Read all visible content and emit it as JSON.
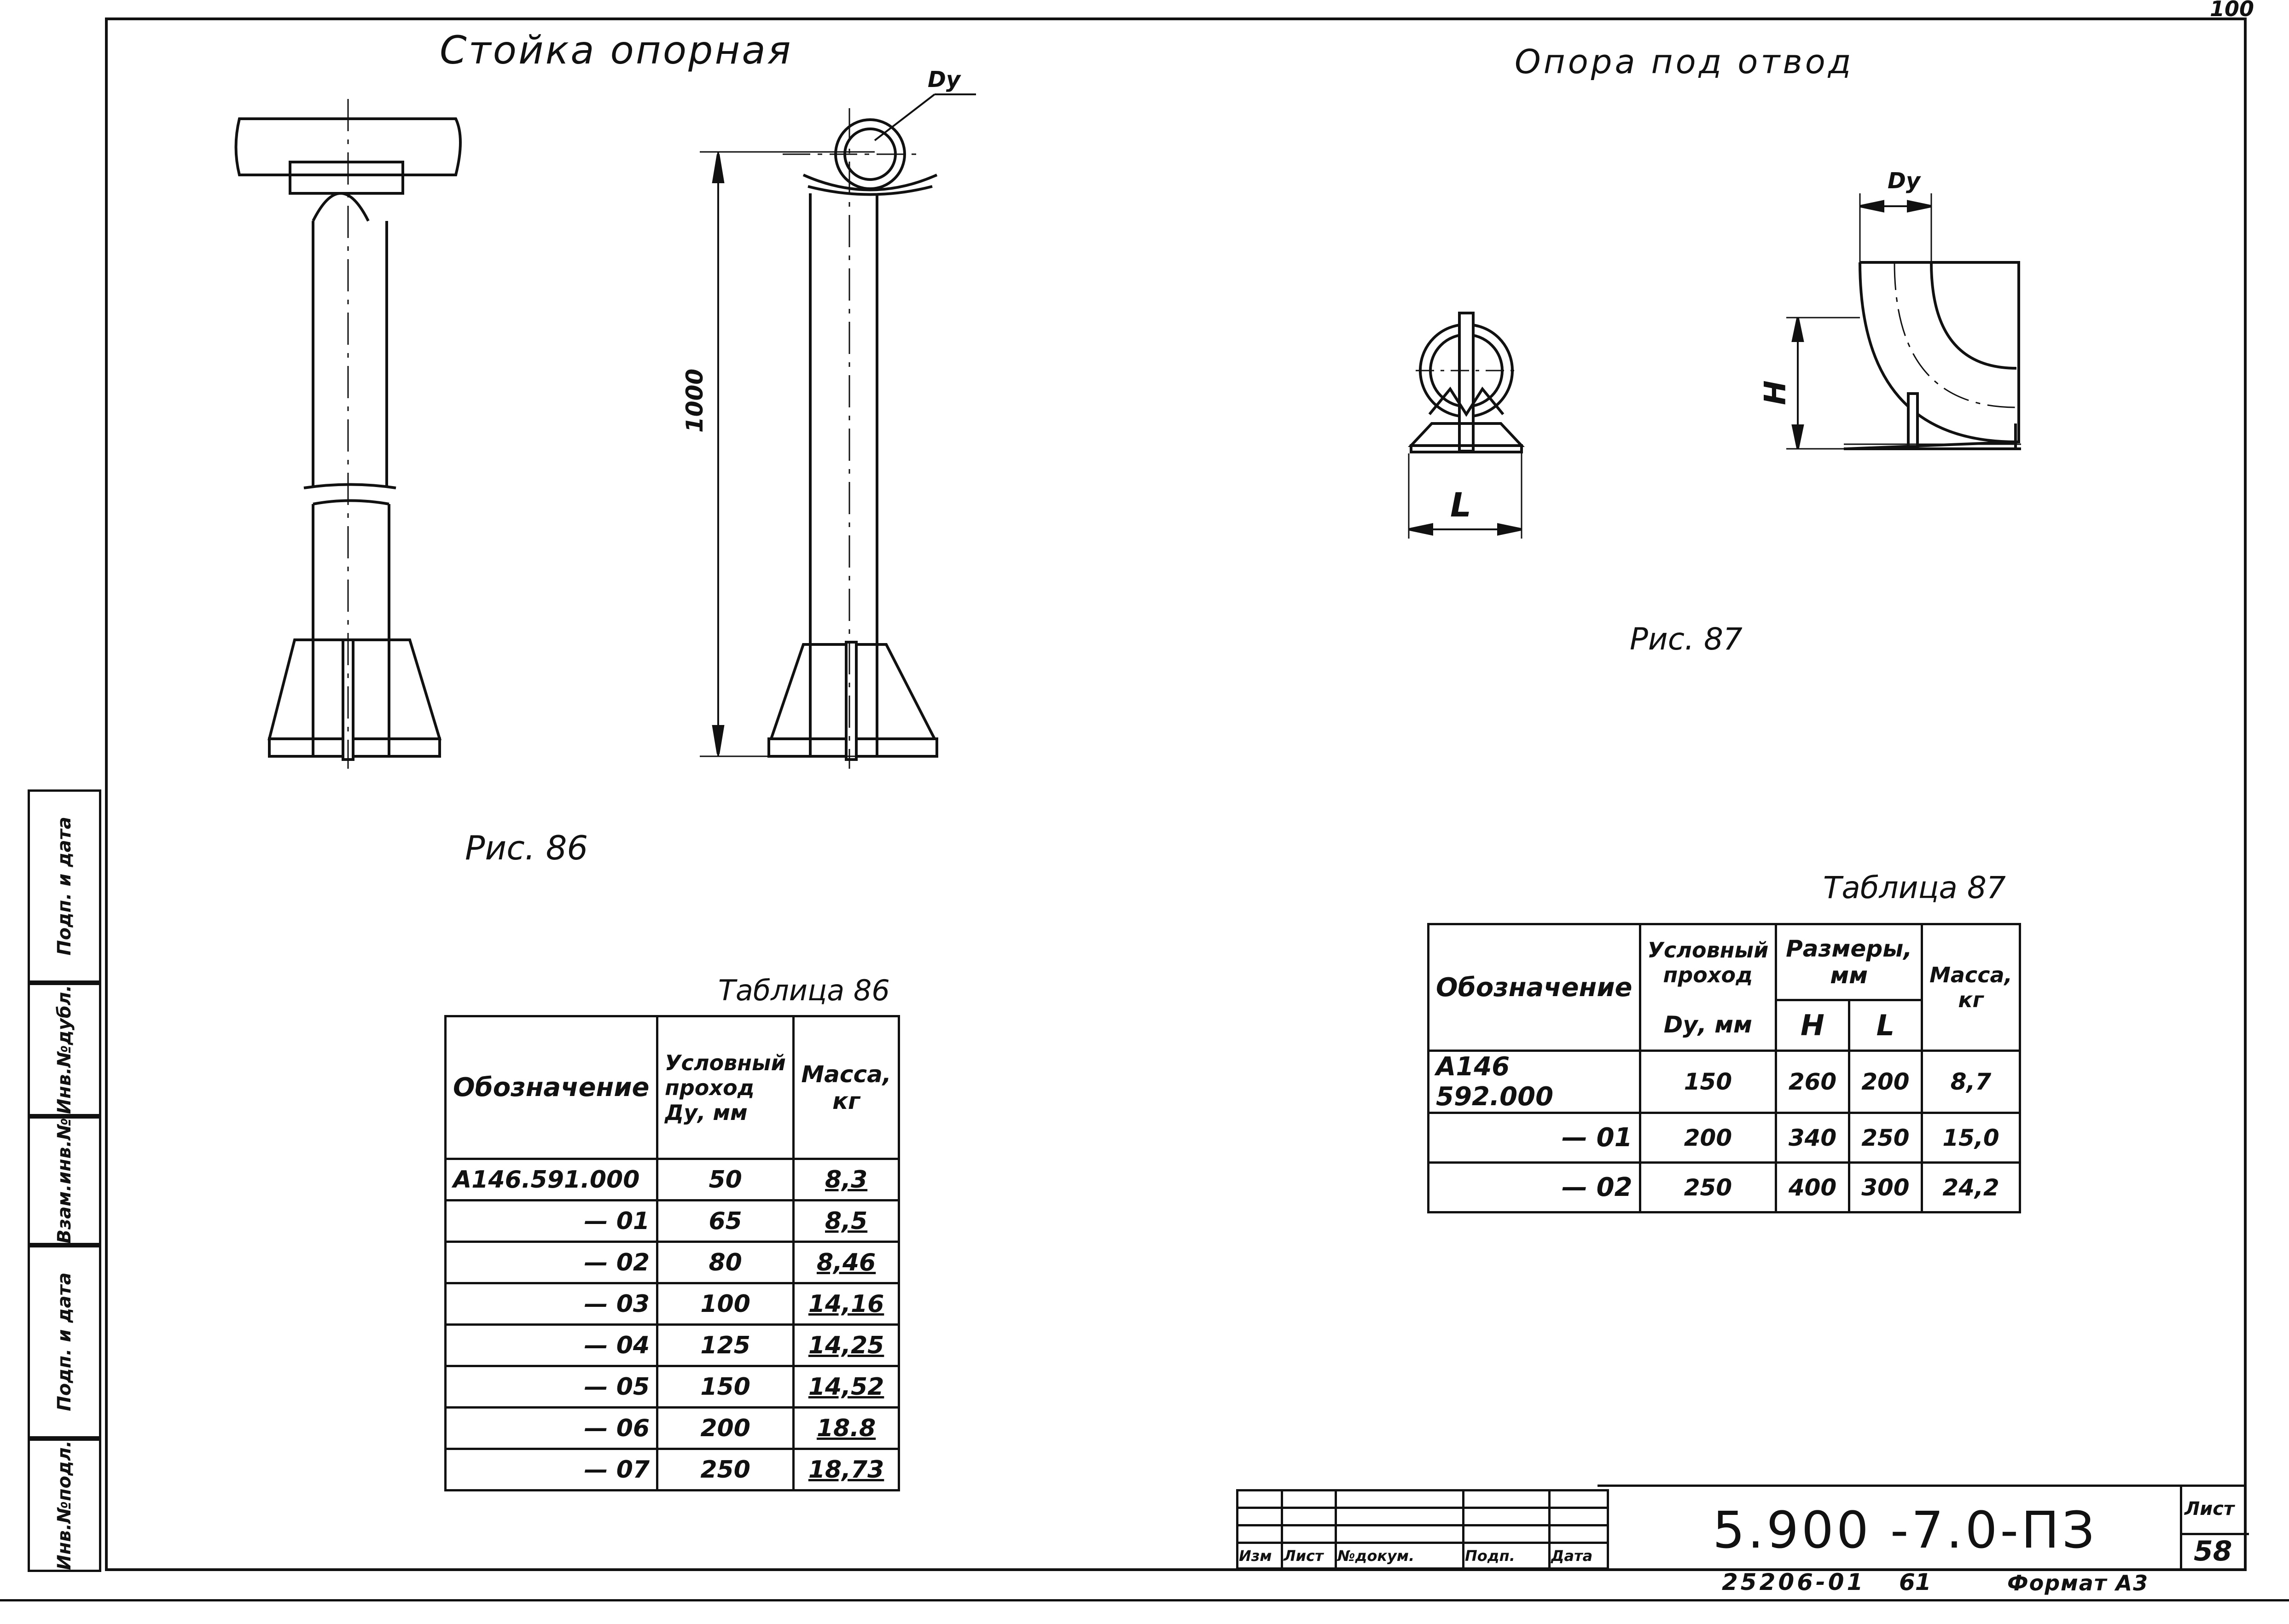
{
  "corner_mark": "100",
  "fig86": {
    "heading": "Стойка опорная",
    "dy_label": "Dу",
    "dim_height": "1000",
    "caption": "Рис. 86"
  },
  "fig87": {
    "heading": "Опора под отвод",
    "dy_label": "Dу",
    "dim_h": "H",
    "dim_l": "L",
    "caption": "Рис. 87"
  },
  "table86": {
    "title": "Таблица 86",
    "headers": [
      "Обозначение",
      "Условный проход Ду, мм",
      "Масса, кг"
    ],
    "rows": [
      [
        "А146.591.000",
        "50",
        "8,3"
      ],
      [
        "— 01",
        "65",
        "8,5"
      ],
      [
        "— 02",
        "80",
        "8,46"
      ],
      [
        "— 03",
        "100",
        "14,16"
      ],
      [
        "— 04",
        "125",
        "14,25"
      ],
      [
        "— 05",
        "150",
        "14,52"
      ],
      [
        "— 06",
        "200",
        "18.8"
      ],
      [
        "— 07",
        "250",
        "18,73"
      ]
    ]
  },
  "table87": {
    "title": "Таблица 87",
    "headers": {
      "designation": "Обозначение",
      "nominal": "Условный проход",
      "nominal_unit": "Dу, мм",
      "dimensions": "Размеры, мм",
      "h": "H",
      "l": "L",
      "mass": "Масса, кг"
    },
    "rows": [
      [
        "А146 592.000",
        "150",
        "260",
        "200",
        "8,7"
      ],
      [
        "— 01",
        "200",
        "340",
        "250",
        "15,0"
      ],
      [
        "— 02",
        "250",
        "400",
        "300",
        "24,2"
      ]
    ]
  },
  "sidebar": [
    "Инв.№подл.",
    "Подп. и дата",
    "Взам.инв.№",
    "Инв.№дубл.",
    "Подп. и дата"
  ],
  "title_block": {
    "columns": [
      "Изм",
      "Лист",
      "№докум.",
      "Подп.",
      "Дата"
    ],
    "doc_code": "5.900 -7.0-ПЗ",
    "sheet_label": "Лист",
    "sheet_number": "58",
    "footer_code": "25206-01",
    "footer_num": "61",
    "format": "Формат А3"
  }
}
